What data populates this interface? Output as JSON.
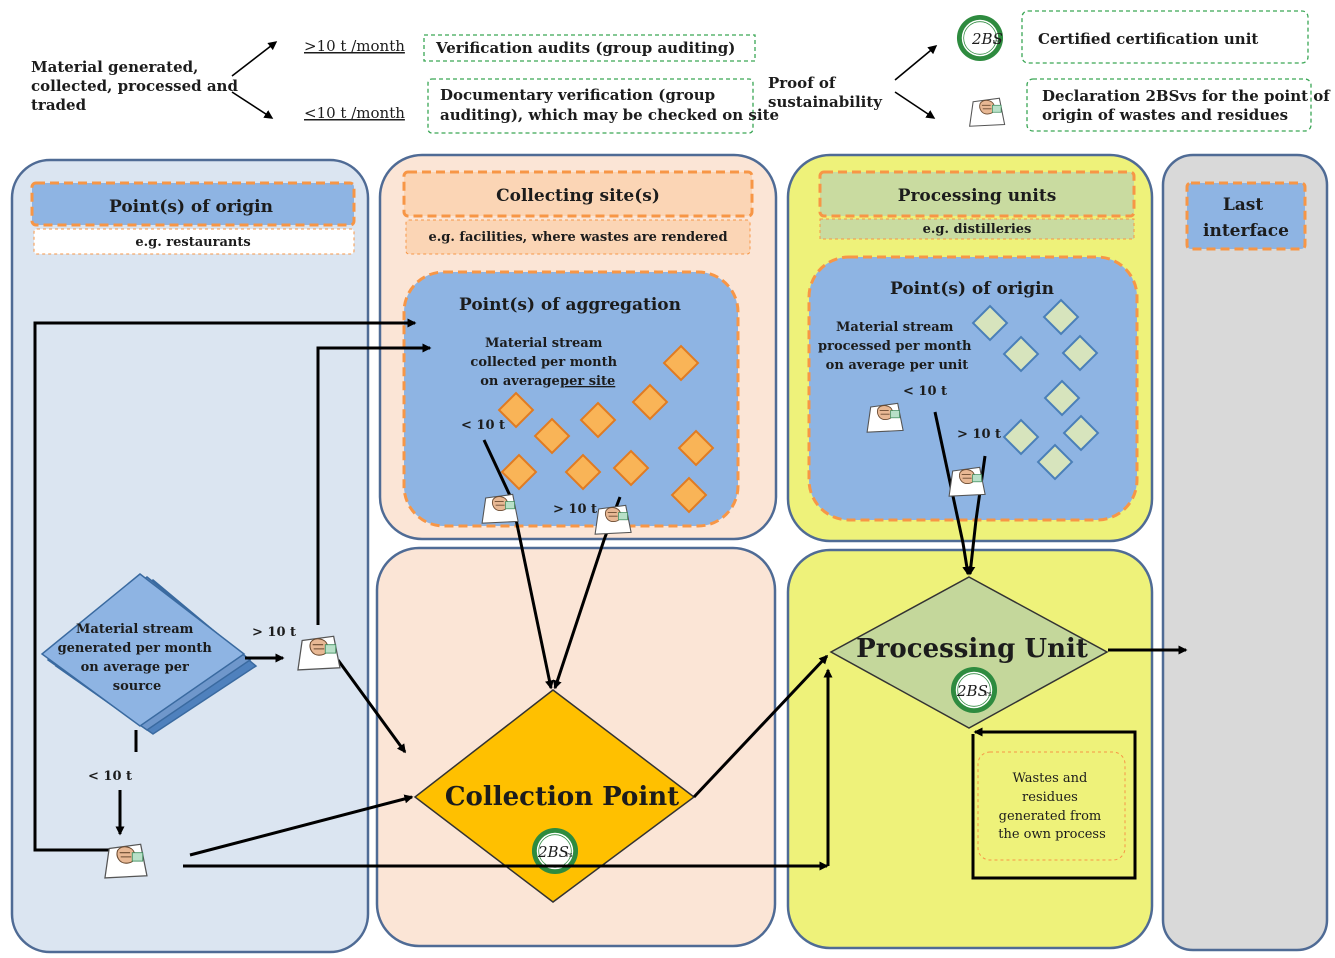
{
  "legend": {
    "material_text": [
      "Material generated,",
      "collected, processed and",
      "traded"
    ],
    "threshold_high": ">10 t /month",
    "threshold_low": "<10 t /month",
    "verification_audits": "Verification audits (group auditing)",
    "documentary_verification": [
      "Documentary verification (group",
      "auditing), which may be checked on site"
    ],
    "proof_label": [
      "Proof of",
      "sustainability"
    ],
    "certified_unit": "Certified certification unit",
    "declaration": [
      "Declaration 2BSvs for the point of",
      "origin of wastes and residues"
    ]
  },
  "columns": {
    "origin": {
      "title": "Point(s) of origin",
      "subtitle": "e.g. restaurants"
    },
    "collecting": {
      "title": "Collecting site(s)",
      "subtitle": "e.g. facilities, where wastes are rendered"
    },
    "processing": {
      "title": "Processing units",
      "subtitle": "e.g. distilleries"
    },
    "last": {
      "title": [
        "Last",
        "interface"
      ]
    }
  },
  "aggregation": {
    "title": "Point(s) of aggregation",
    "stream_text": [
      "Material stream",
      "collected per month",
      "on average"
    ],
    "stream_emphasis": "per site",
    "lt": "< 10 t",
    "gt": "> 10 t"
  },
  "processing_origin": {
    "title": "Point(s) of origin",
    "stream_text": [
      "Material stream",
      "processed per month",
      "on average per unit"
    ],
    "lt": "< 10 t",
    "gt": "> 10 t"
  },
  "source": {
    "stream_text": [
      "Material stream",
      "generated per month",
      "on average per",
      "source"
    ],
    "gt": "> 10 t",
    "lt": "< 10 t"
  },
  "collection_point": {
    "label": "Collection Point"
  },
  "processing_unit": {
    "label": "Processing Unit"
  },
  "wastes": {
    "text": [
      "Wastes and",
      "residues",
      "generated from",
      "the own process"
    ]
  },
  "logo": {
    "text": "2BS",
    "suffix": "vs"
  },
  "colors": {
    "blue_panel": "#dbe5f1",
    "peach_panel": "#fbe5d6",
    "yellow_panel": "#eef27a",
    "grey_panel": "#d9d9d9",
    "blue_box": "#8eb4e3",
    "orange_dash": "#f79646",
    "orange_diamond": "#f9b457",
    "green_diamond": "#d7e4bd",
    "gold": "#ffc000",
    "green_dash": "#3aa655",
    "panel_border": "#4f6b95"
  }
}
